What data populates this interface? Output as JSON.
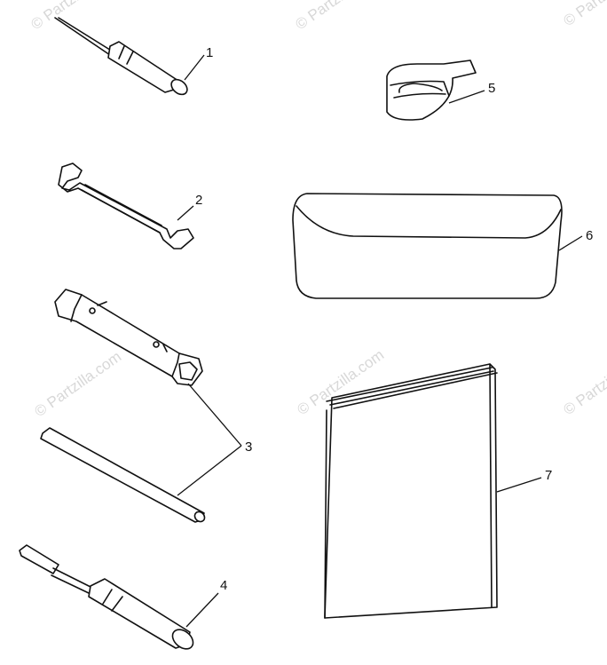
{
  "watermark": {
    "text": "© Partzilla.com"
  },
  "callouts": [
    {
      "label": "1",
      "part": "screwdriver"
    },
    {
      "label": "2",
      "part": "open-end wrench"
    },
    {
      "label": "3",
      "part": "spark plug wrench and tommy bar"
    },
    {
      "label": "4",
      "part": "combination screwdriver"
    },
    {
      "label": "5",
      "part": "strap"
    },
    {
      "label": "6",
      "part": "tool pouch"
    },
    {
      "label": "7",
      "part": "owner's manual"
    }
  ],
  "colors": {
    "line": "#111111",
    "background": "#ffffff",
    "watermark": "#d8d8d8"
  }
}
